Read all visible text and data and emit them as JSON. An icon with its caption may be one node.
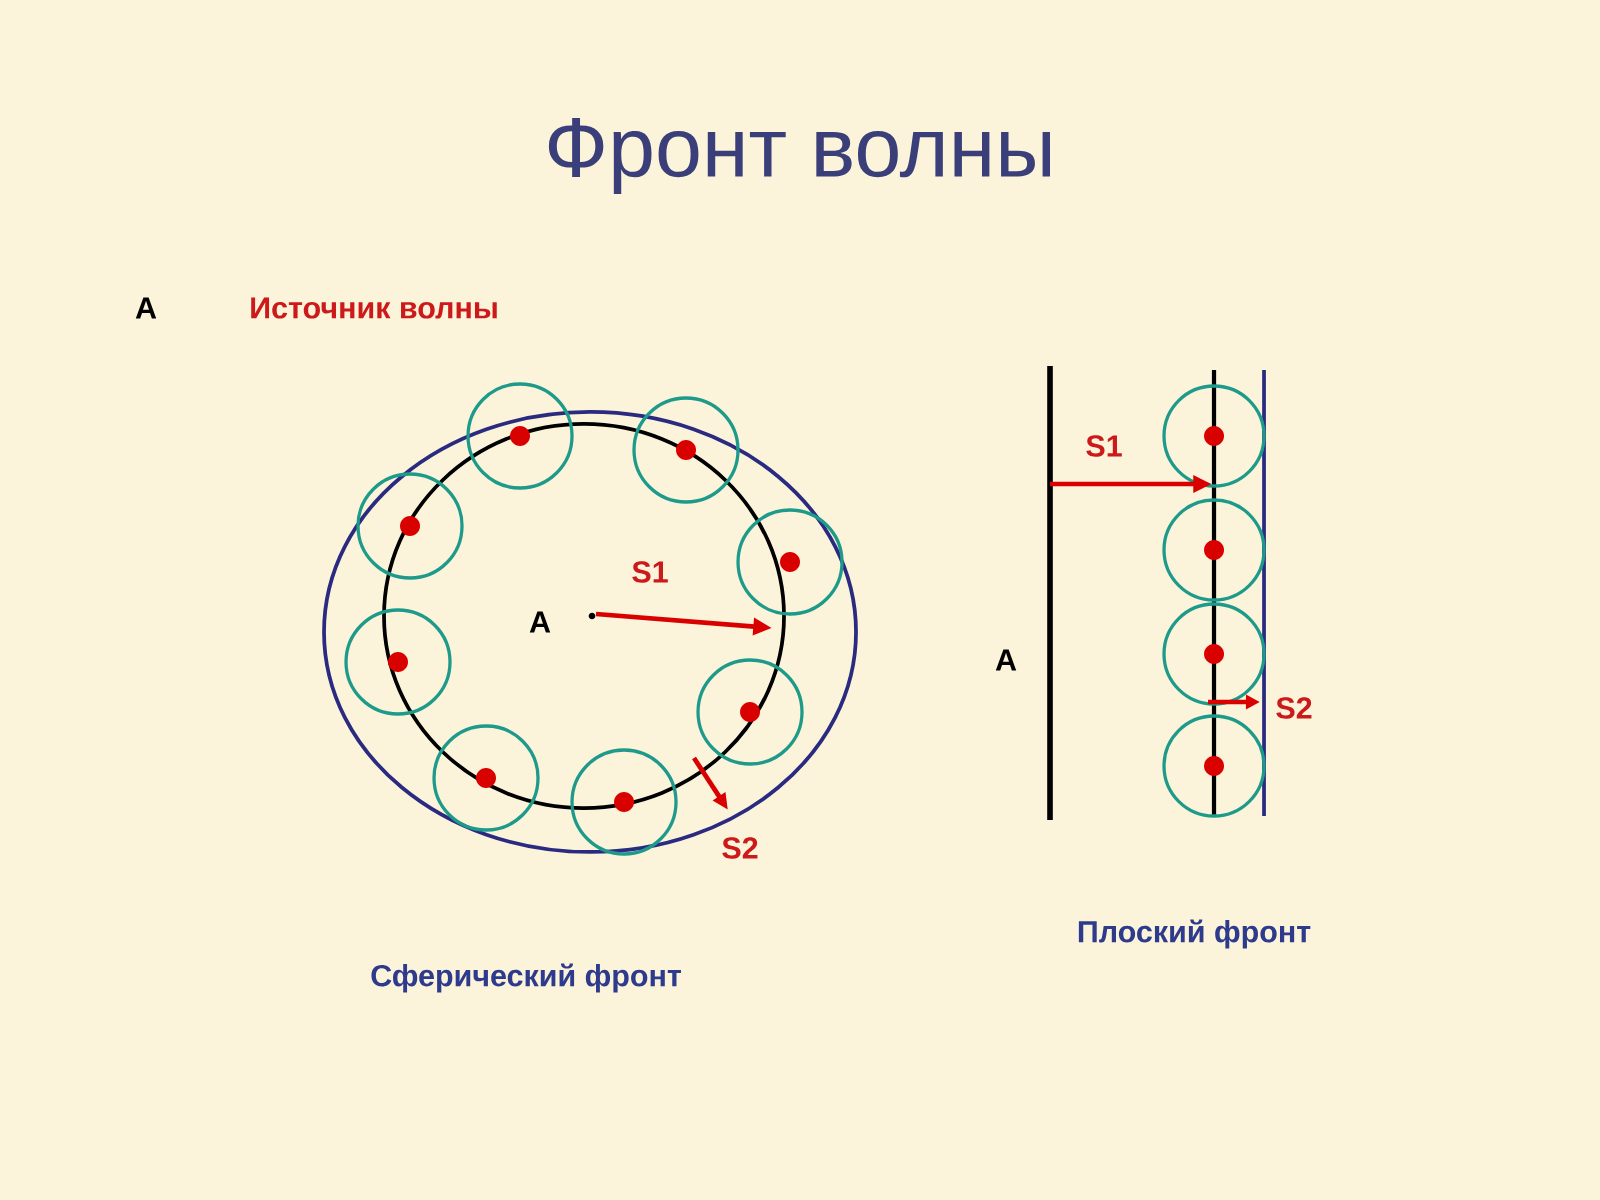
{
  "diagram": {
    "title": "Фронт волны",
    "labels": [
      "A",
      "Источник волны",
      "S1",
      "A",
      "S2",
      "Сферический фронт",
      "S1",
      "A",
      "S2",
      "Плоский фронт"
    ]
  }
}
